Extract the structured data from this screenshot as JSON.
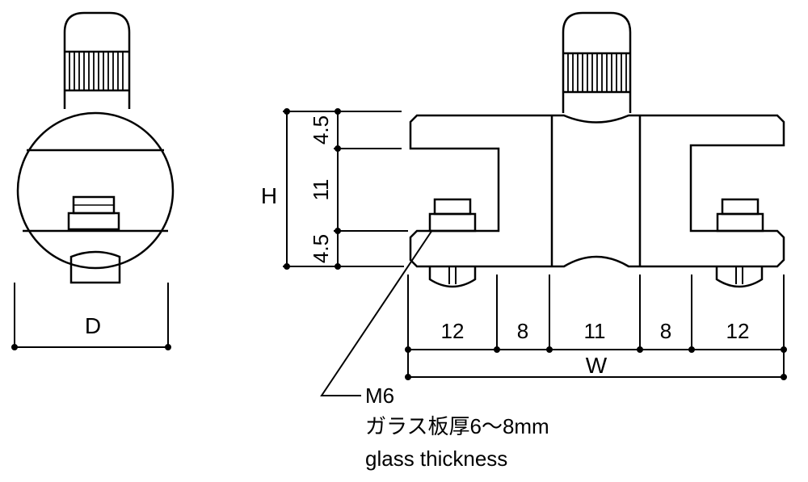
{
  "left_view": {
    "dimension_label": "D"
  },
  "front_view": {
    "height_label": "H",
    "vertical_dims": [
      "4.5",
      "11",
      "4.5"
    ],
    "horizontal_dims": [
      "12",
      "8",
      "11",
      "8",
      "12"
    ],
    "width_label": "W"
  },
  "callout": {
    "bolt": "M6",
    "glass_thickness_jp": "ガラス板厚6～8mm",
    "glass_thickness_en": "glass thickness"
  },
  "colors": {
    "line": "#000000",
    "background": "#ffffff"
  }
}
